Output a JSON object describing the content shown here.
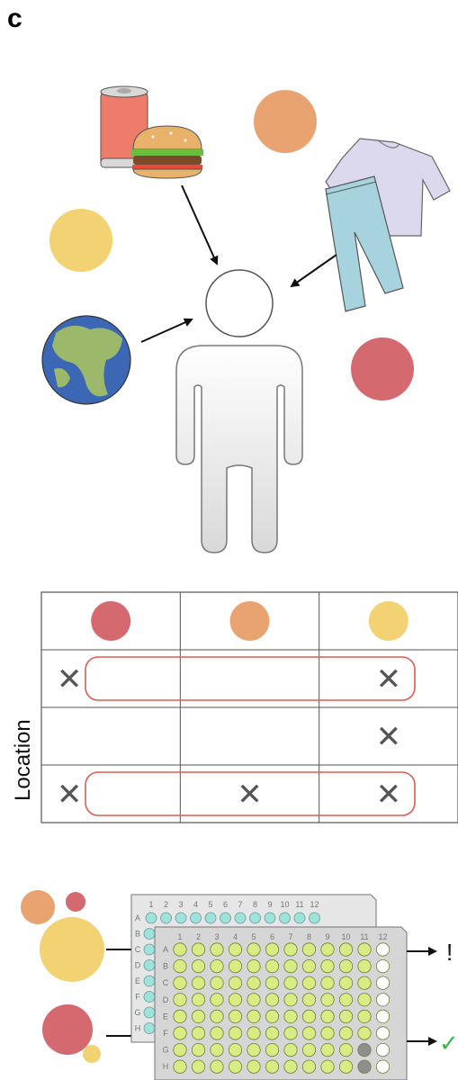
{
  "panel": {
    "label": "c"
  },
  "table": {
    "row_axis_label": "Location",
    "columns": [
      {
        "color": "#d46a70"
      },
      {
        "color": "#e9a370"
      },
      {
        "color": "#f2d272"
      }
    ],
    "rows": [
      {
        "marks": [
          true,
          false,
          true
        ],
        "highlighted": true
      },
      {
        "marks": [
          false,
          false,
          true
        ],
        "highlighted": false
      },
      {
        "marks": [
          true,
          true,
          true
        ],
        "highlighted": true
      }
    ],
    "mark_glyph": "✕"
  },
  "plate": {
    "row_letters": [
      "A",
      "B",
      "C",
      "D",
      "E",
      "F",
      "G",
      "H"
    ],
    "col_numbers": [
      "1",
      "2",
      "3",
      "4",
      "5",
      "6",
      "7",
      "8",
      "9",
      "10",
      "11",
      "12"
    ],
    "back_well_color": "#9ee2dc",
    "front_well_color": "#d7ec82",
    "empty_well_color": "#ffffff",
    "filled_grey_well_color": "#8e8e8e"
  },
  "outcomes": {
    "top": "!",
    "bottom": "✓"
  },
  "icons": [
    "soda-can-icon",
    "burger-icon",
    "shirt-icon",
    "jeans-icon",
    "earth-icon",
    "person-icon",
    "well-plate-icon"
  ],
  "colors": {
    "red_circle": "#d46a70",
    "orange_circle": "#e9a370",
    "yellow_circle": "#f2d272",
    "highlight_box": "#e05a52",
    "check": "#39b34a"
  }
}
